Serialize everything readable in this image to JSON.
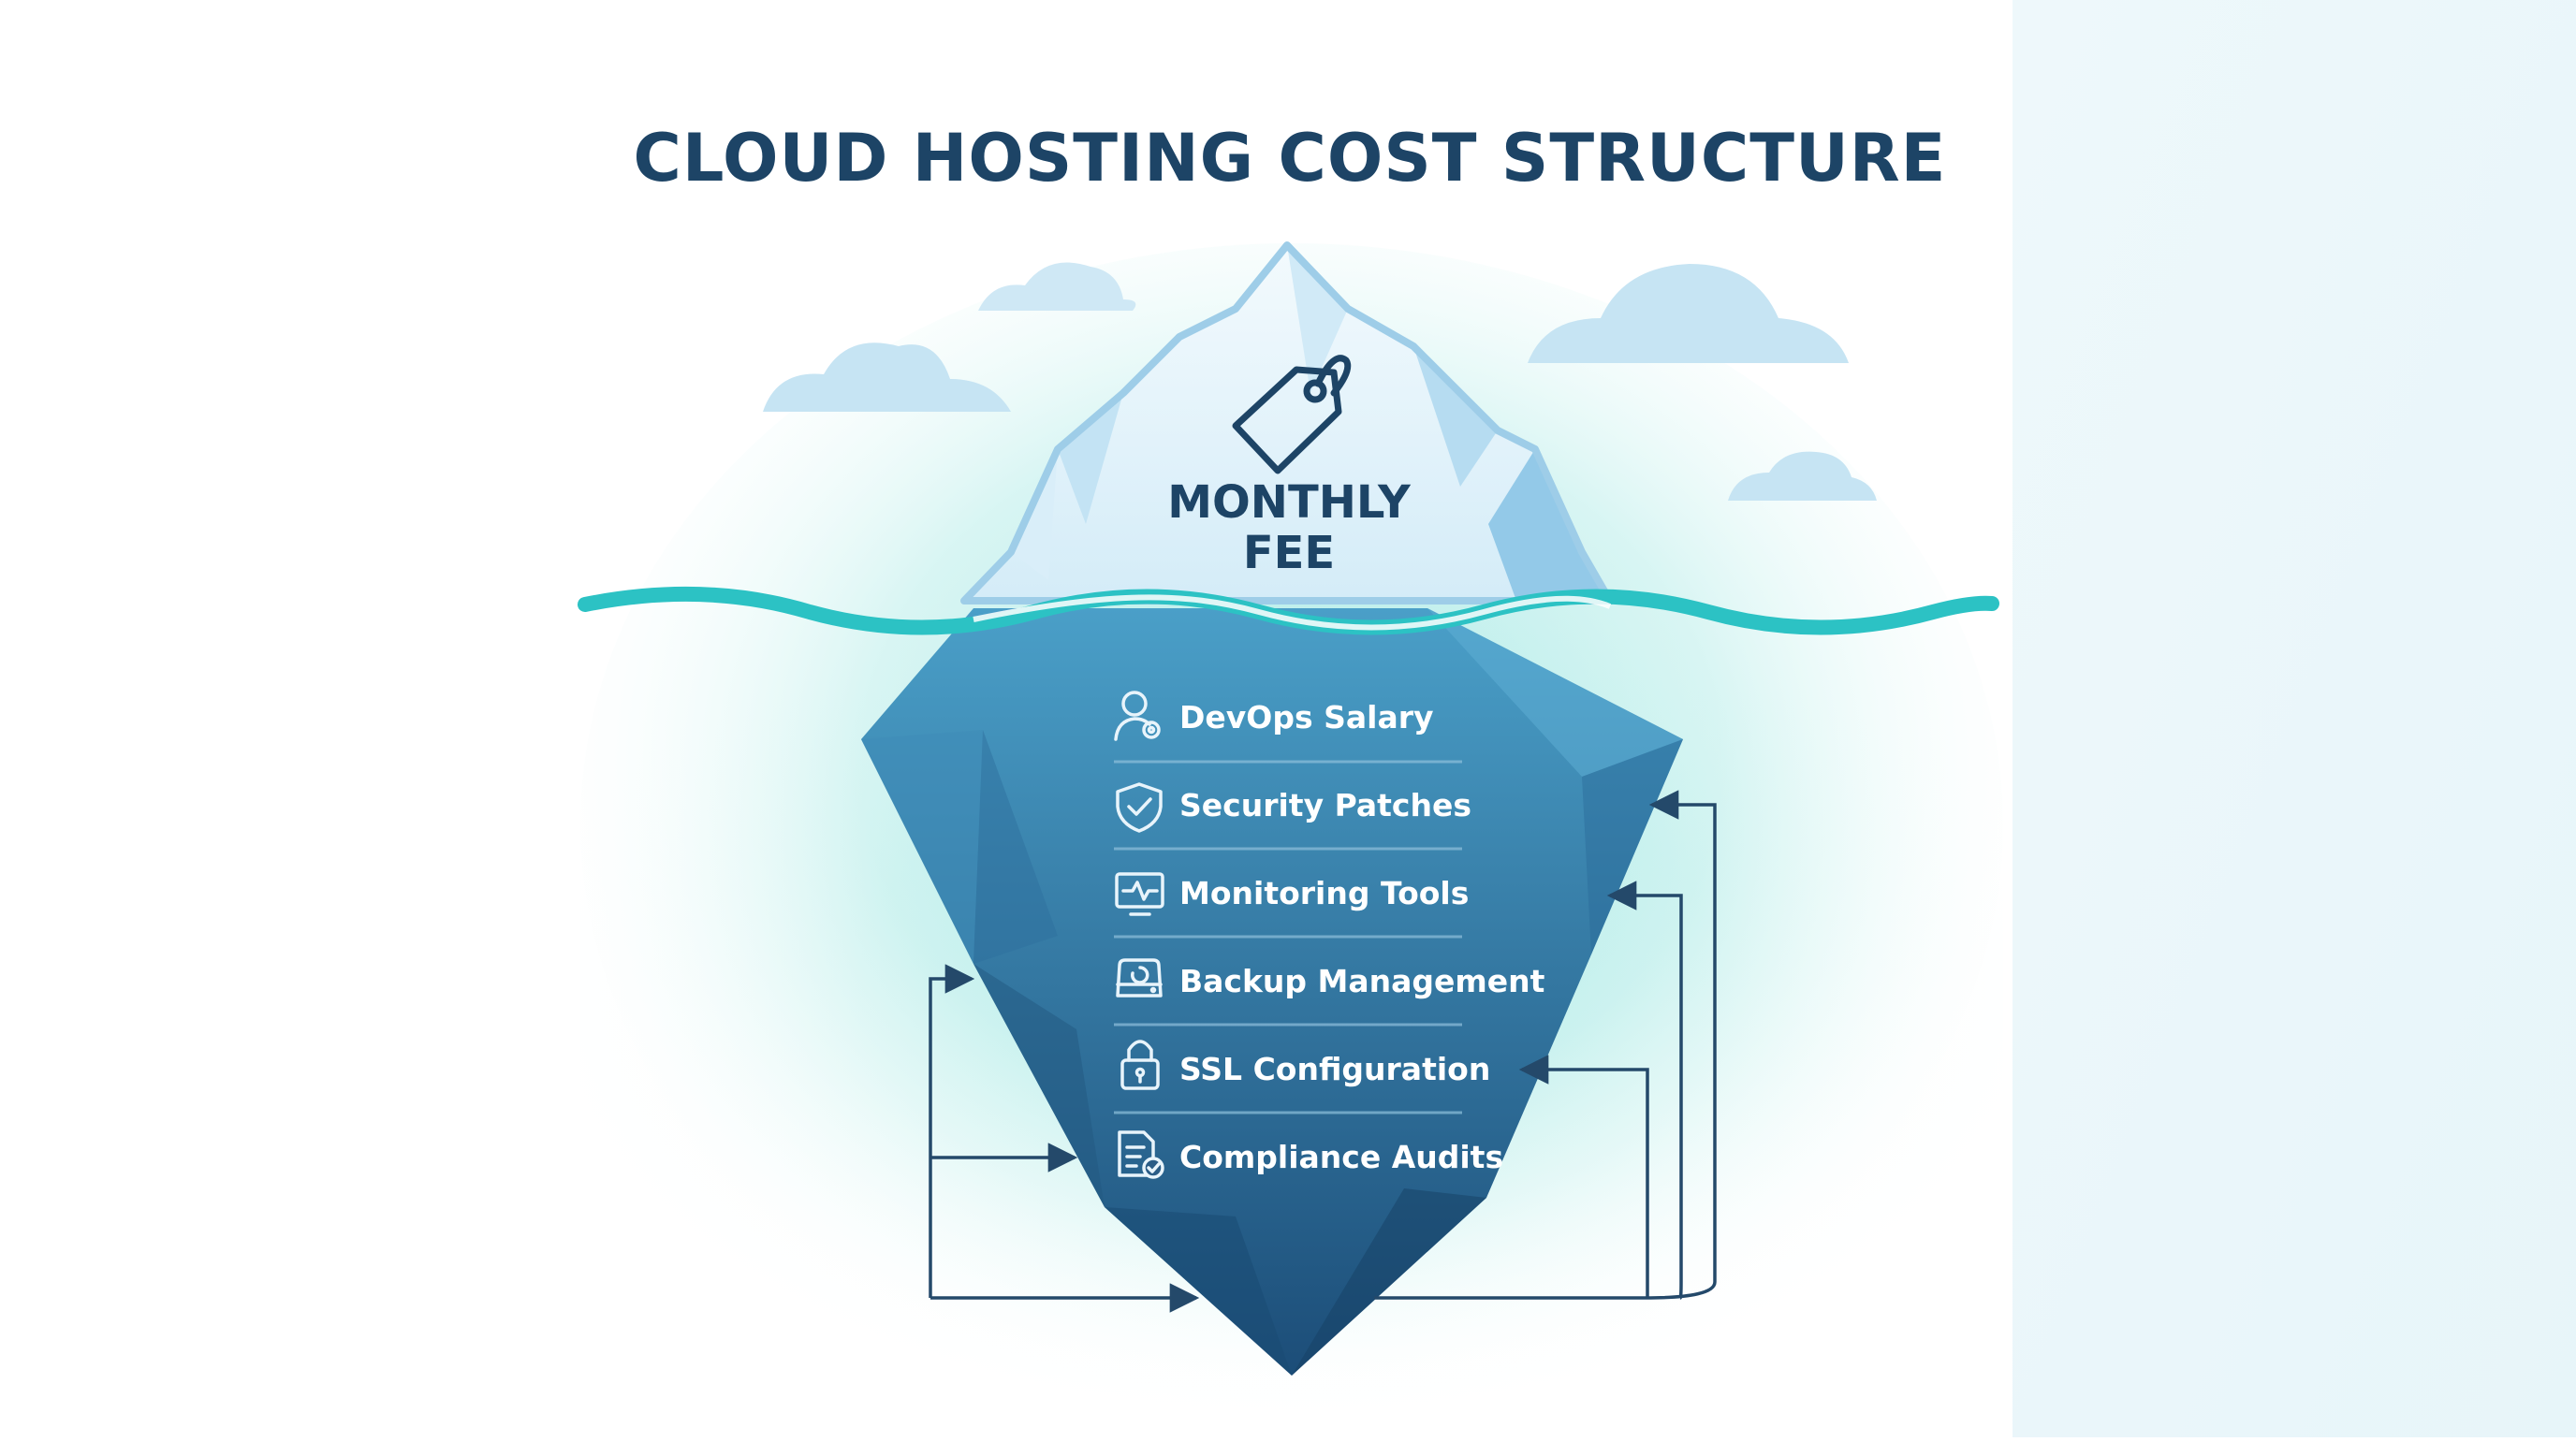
{
  "diagram": {
    "title": "CLOUD HOSTING COST STRUCTURE",
    "tip": {
      "line1": "MONTHLY",
      "line2": "FEE",
      "icon": "price-tag-icon"
    },
    "hidden_costs": [
      {
        "label": "DevOps Salary",
        "icon": "user-gear-icon"
      },
      {
        "label": "Security Patches",
        "icon": "shield-check-icon"
      },
      {
        "label": "Monitoring Tools",
        "icon": "monitor-pulse-icon"
      },
      {
        "label": "Backup Management",
        "icon": "hard-drive-backup-icon"
      },
      {
        "label": "SSL Configuration",
        "icon": "padlock-icon"
      },
      {
        "label": "Compliance Audits",
        "icon": "document-check-icon"
      }
    ]
  },
  "colors": {
    "title": "#1d4466",
    "water_line": "#2cc2c4",
    "ice_tip_light": "#eaf5fb",
    "ice_tip_shadow": "#a9d6ef",
    "ice_under_top": "#4a9fc8",
    "ice_under_bottom": "#1c4d78",
    "cloud": "#c6e4f3",
    "arrow": "#24496a",
    "item_text": "#ffffff",
    "right_panel": "#ecf7fa"
  }
}
